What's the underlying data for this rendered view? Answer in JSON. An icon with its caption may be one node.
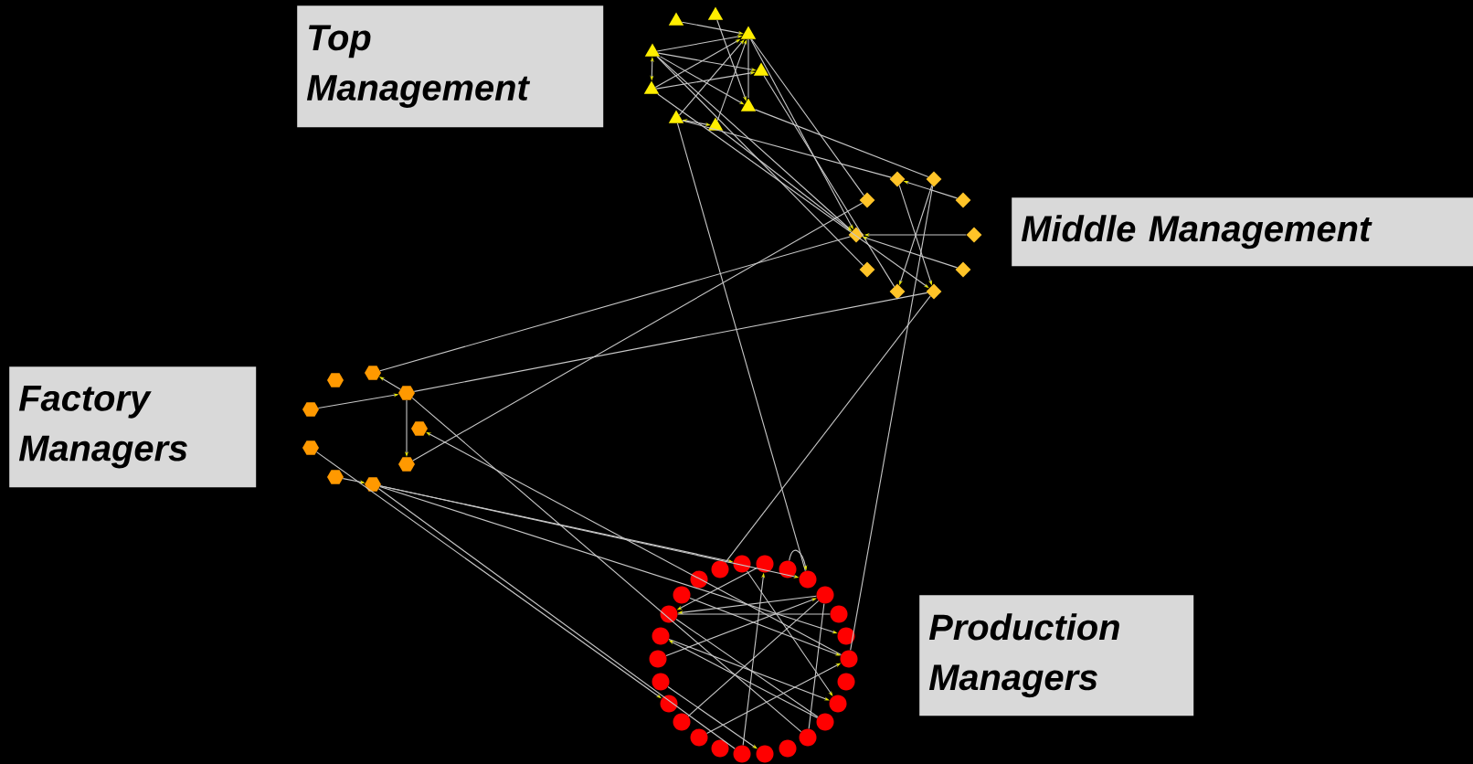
{
  "diagram": {
    "nodes": [
      {
        "text": [
          "Top Management"
        ]
      },
      {
        "text": [
          "Middle Management"
        ]
      },
      {
        "text": [
          "Factory Managers"
        ]
      },
      {
        "text": [
          "Production Managers"
        ]
      },
      {
        "text": [],
        "shape": "triangle"
      },
      {
        "text": [],
        "shape": "triangle"
      },
      {
        "text": [],
        "shape": "triangle"
      },
      {
        "text": [],
        "shape": "triangle"
      },
      {
        "text": [],
        "shape": "triangle"
      },
      {
        "text": [],
        "shape": "triangle"
      },
      {
        "text": [],
        "shape": "triangle"
      },
      {
        "text": [],
        "shape": "triangle"
      },
      {
        "text": [],
        "shape": "triangle"
      },
      {
        "text": [],
        "shape": "diamond"
      },
      {
        "text": [],
        "shape": "diamond"
      },
      {
        "text": [],
        "shape": "diamond"
      },
      {
        "text": [],
        "shape": "diamond"
      },
      {
        "text": [],
        "shape": "diamond"
      },
      {
        "text": [],
        "shape": "diamond"
      },
      {
        "text": [],
        "shape": "diamond"
      },
      {
        "text": [],
        "shape": "diamond"
      },
      {
        "text": [],
        "shape": "diamond"
      },
      {
        "text": [],
        "shape": "diamond"
      },
      {
        "text": [],
        "shape": "hexagon"
      },
      {
        "text": [],
        "shape": "hexagon"
      },
      {
        "text": [],
        "shape": "hexagon"
      },
      {
        "text": [],
        "shape": "hexagon"
      },
      {
        "text": [],
        "shape": "hexagon"
      },
      {
        "text": [],
        "shape": "hexagon"
      },
      {
        "text": [],
        "shape": "hexagon"
      },
      {
        "text": [],
        "shape": "hexagon"
      },
      {
        "text": [],
        "shape": "hexagon"
      },
      {
        "text": [],
        "shape": "circle"
      },
      {
        "text": [],
        "shape": "circle"
      },
      {
        "text": [],
        "shape": "circle"
      },
      {
        "text": [],
        "shape": "circle"
      },
      {
        "text": [],
        "shape": "circle"
      },
      {
        "text": [],
        "shape": "circle"
      },
      {
        "text": [],
        "shape": "circle"
      },
      {
        "text": [],
        "shape": "circle"
      },
      {
        "text": [],
        "shape": "circle"
      },
      {
        "text": [],
        "shape": "circle"
      },
      {
        "text": [],
        "shape": "circle"
      },
      {
        "text": [],
        "shape": "circle"
      },
      {
        "text": [],
        "shape": "circle"
      },
      {
        "text": [],
        "shape": "circle"
      },
      {
        "text": [],
        "shape": "circle"
      },
      {
        "text": [],
        "shape": "circle"
      },
      {
        "text": [],
        "shape": "circle"
      },
      {
        "text": [],
        "shape": "circle"
      },
      {
        "text": [],
        "shape": "circle"
      },
      {
        "text": [],
        "shape": "circle"
      },
      {
        "text": [],
        "shape": "circle"
      },
      {
        "text": [],
        "shape": "circle"
      },
      {
        "text": [],
        "shape": "circle"
      },
      {
        "text": [],
        "shape": "circle"
      },
      {
        "text": [],
        "shape": "circle"
      },
      {
        "text": [],
        "shape": "circle"
      }
    ],
    "edges": [
      {
        "from": 4,
        "to": 6,
        "arrow": "to"
      },
      {
        "from": 7,
        "to": 6,
        "arrow": "to"
      },
      {
        "from": 7,
        "to": 9,
        "arrow": "both"
      },
      {
        "from": 9,
        "to": 6,
        "arrow": "to"
      },
      {
        "from": 7,
        "to": 8,
        "arrow": "to"
      },
      {
        "from": 7,
        "to": 10,
        "arrow": "to"
      },
      {
        "from": 6,
        "to": 10,
        "arrow": "none"
      },
      {
        "from": 11,
        "to": 12,
        "arrow": "both"
      },
      {
        "from": 11,
        "to": 6,
        "arrow": "to"
      },
      {
        "from": 9,
        "to": 8,
        "arrow": "to"
      },
      {
        "from": 5,
        "to": 10,
        "arrow": "to"
      },
      {
        "from": 12,
        "to": 6,
        "arrow": "to"
      },
      {
        "from": 7,
        "to": 17,
        "arrow": "to"
      },
      {
        "from": 7,
        "to": 19,
        "arrow": "none"
      },
      {
        "from": 6,
        "to": 17,
        "arrow": "to"
      },
      {
        "from": 8,
        "to": 21,
        "arrow": "none"
      },
      {
        "from": 11,
        "to": 13,
        "arrow": "none"
      },
      {
        "from": 12,
        "to": 17,
        "arrow": "to"
      },
      {
        "from": 10,
        "to": 14,
        "arrow": "none"
      },
      {
        "from": 9,
        "to": 22,
        "arrow": "to"
      },
      {
        "from": 6,
        "to": 15,
        "arrow": "none"
      },
      {
        "from": 11,
        "to": 36,
        "arrow": "none"
      },
      {
        "from": 18,
        "to": 17,
        "arrow": "to"
      },
      {
        "from": 20,
        "to": 17,
        "arrow": "to"
      },
      {
        "from": 13,
        "to": 22,
        "arrow": "to"
      },
      {
        "from": 16,
        "to": 13,
        "arrow": "to"
      },
      {
        "from": 14,
        "to": 21,
        "arrow": "to"
      },
      {
        "from": 17,
        "to": 24,
        "arrow": "none"
      },
      {
        "from": 15,
        "to": 29,
        "arrow": "none"
      },
      {
        "from": 22,
        "to": 26,
        "arrow": "none"
      },
      {
        "from": 22,
        "to": 32,
        "arrow": "none"
      },
      {
        "from": 14,
        "to": 40,
        "arrow": "none"
      },
      {
        "from": 25,
        "to": 26,
        "arrow": "to"
      },
      {
        "from": 26,
        "to": 24,
        "arrow": "to"
      },
      {
        "from": 26,
        "to": 29,
        "arrow": "to"
      },
      {
        "from": 30,
        "to": 31,
        "arrow": "to"
      },
      {
        "from": 26,
        "to": 44,
        "arrow": "none"
      },
      {
        "from": 40,
        "to": 27,
        "arrow": "to"
      },
      {
        "from": 31,
        "to": 33,
        "arrow": "to"
      },
      {
        "from": 31,
        "to": 36,
        "arrow": "to"
      },
      {
        "from": 31,
        "to": 39,
        "arrow": "to"
      },
      {
        "from": 28,
        "to": 51,
        "arrow": "to"
      },
      {
        "from": 31,
        "to": 47,
        "arrow": "none"
      },
      {
        "from": 47,
        "to": 34,
        "arrow": "to"
      },
      {
        "from": 34,
        "to": 55,
        "arrow": "to"
      },
      {
        "from": 37,
        "to": 55,
        "arrow": "to"
      },
      {
        "from": 38,
        "to": 55,
        "arrow": "none"
      },
      {
        "from": 56,
        "to": 40,
        "arrow": "to"
      },
      {
        "from": 55,
        "to": 43,
        "arrow": "none"
      },
      {
        "from": 54,
        "to": 42,
        "arrow": "to"
      },
      {
        "from": 53,
        "to": 37,
        "arrow": "to"
      },
      {
        "from": 50,
        "to": 37,
        "arrow": "none"
      },
      {
        "from": 49,
        "to": 40,
        "arrow": "to"
      },
      {
        "from": 52,
        "to": 46,
        "arrow": "to"
      },
      {
        "from": 33,
        "to": 42,
        "arrow": "to"
      },
      {
        "from": 44,
        "to": 37,
        "arrow": "none"
      },
      {
        "from": 43,
        "to": 54,
        "arrow": "to"
      },
      {
        "from": 35,
        "to": 36,
        "arrow": "to"
      }
    ]
  }
}
